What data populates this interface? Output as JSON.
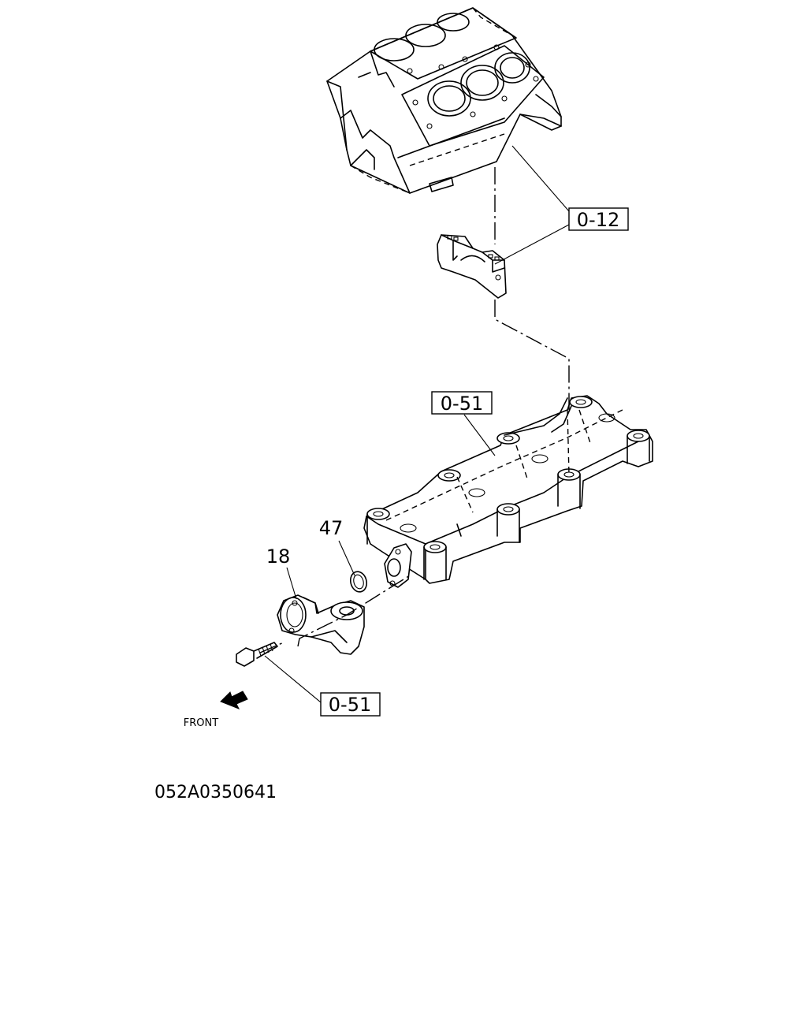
{
  "callouts": {
    "block_ref": "0-12",
    "manifold_ref": "0-51",
    "bolt_ref": "0-51",
    "part_18": "18",
    "part_47": "47"
  },
  "front_label": "FRONT",
  "drawing_code": "052A0350641"
}
